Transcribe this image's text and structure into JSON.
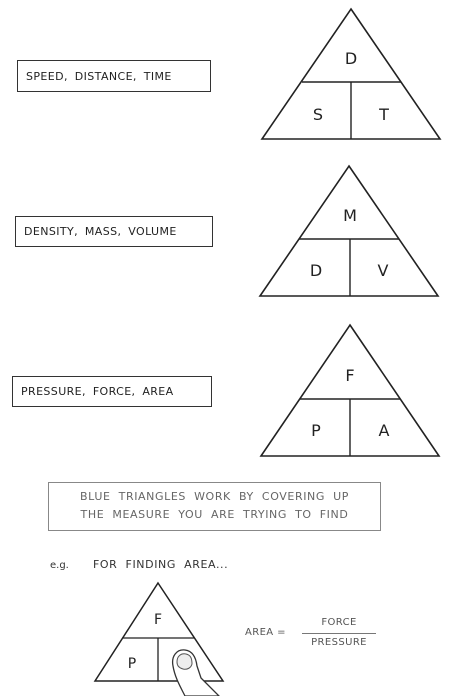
{
  "triangles": [
    {
      "label": "SPEED,  DISTANCE,  TIME",
      "top": "D",
      "left": "S",
      "right": "T"
    },
    {
      "label": "DENSITY,  MASS,  VOLUME",
      "top": "M",
      "left": "D",
      "right": "V"
    },
    {
      "label": "PRESSURE,  FORCE,  AREA",
      "top": "F",
      "left": "P",
      "right": "A"
    }
  ],
  "note": {
    "line1": "BLUE  TRIANGLES  WORK  BY  COVERING  UP",
    "line2": "THE  MEASURE  YOU  ARE  TRYING  TO  FIND"
  },
  "example": {
    "prefix": "e.g.",
    "text": "FOR  FINDING  AREA...",
    "top": "F",
    "left": "P",
    "formula_lhs": "AREA  =",
    "numerator": "FORCE",
    "denominator": "PRESSURE"
  }
}
